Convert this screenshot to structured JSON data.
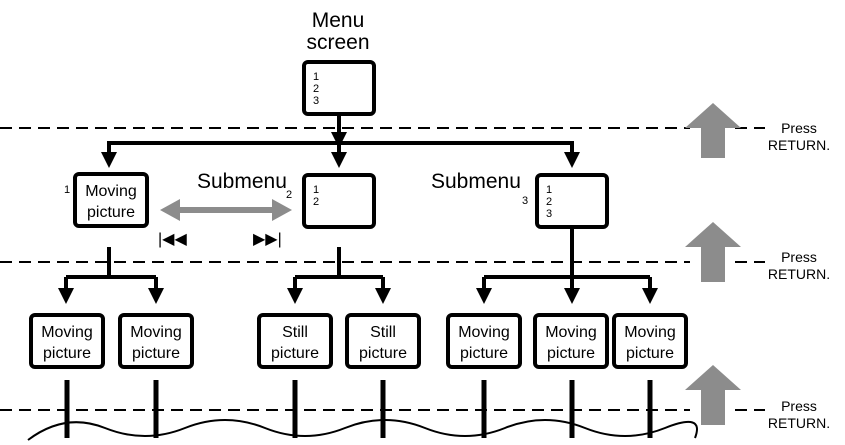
{
  "top": {
    "title_line1": "Menu",
    "title_line2": "screen",
    "items": [
      "1",
      "2",
      "3"
    ]
  },
  "submenu1": {
    "index": "1",
    "line1": "Moving",
    "line2": "picture",
    "rewind_glyph": "|◀◀",
    "forward_glyph": "▶▶|"
  },
  "submenu2": {
    "title": "Submenu",
    "index": "2",
    "items": [
      "1",
      "2"
    ]
  },
  "submenu3": {
    "title": "Submenu",
    "index": "3",
    "items": [
      "1",
      "2",
      "3"
    ]
  },
  "leaves": [
    {
      "line1": "Moving",
      "line2": "picture"
    },
    {
      "line1": "Moving",
      "line2": "picture"
    },
    {
      "line1": "Still",
      "line2": "picture"
    },
    {
      "line1": "Still",
      "line2": "picture"
    },
    {
      "line1": "Moving",
      "line2": "picture"
    },
    {
      "line1": "Moving",
      "line2": "picture"
    },
    {
      "line1": "Moving",
      "line2": "picture"
    }
  ],
  "press_labels": [
    {
      "line1": "Press",
      "line2": "RETURN."
    },
    {
      "line1": "Press",
      "line2": "RETURN."
    },
    {
      "line1": "Press",
      "line2": "RETURN."
    }
  ],
  "colors": {
    "line": "#000000",
    "arrow_gray": "#8c8c8c"
  }
}
